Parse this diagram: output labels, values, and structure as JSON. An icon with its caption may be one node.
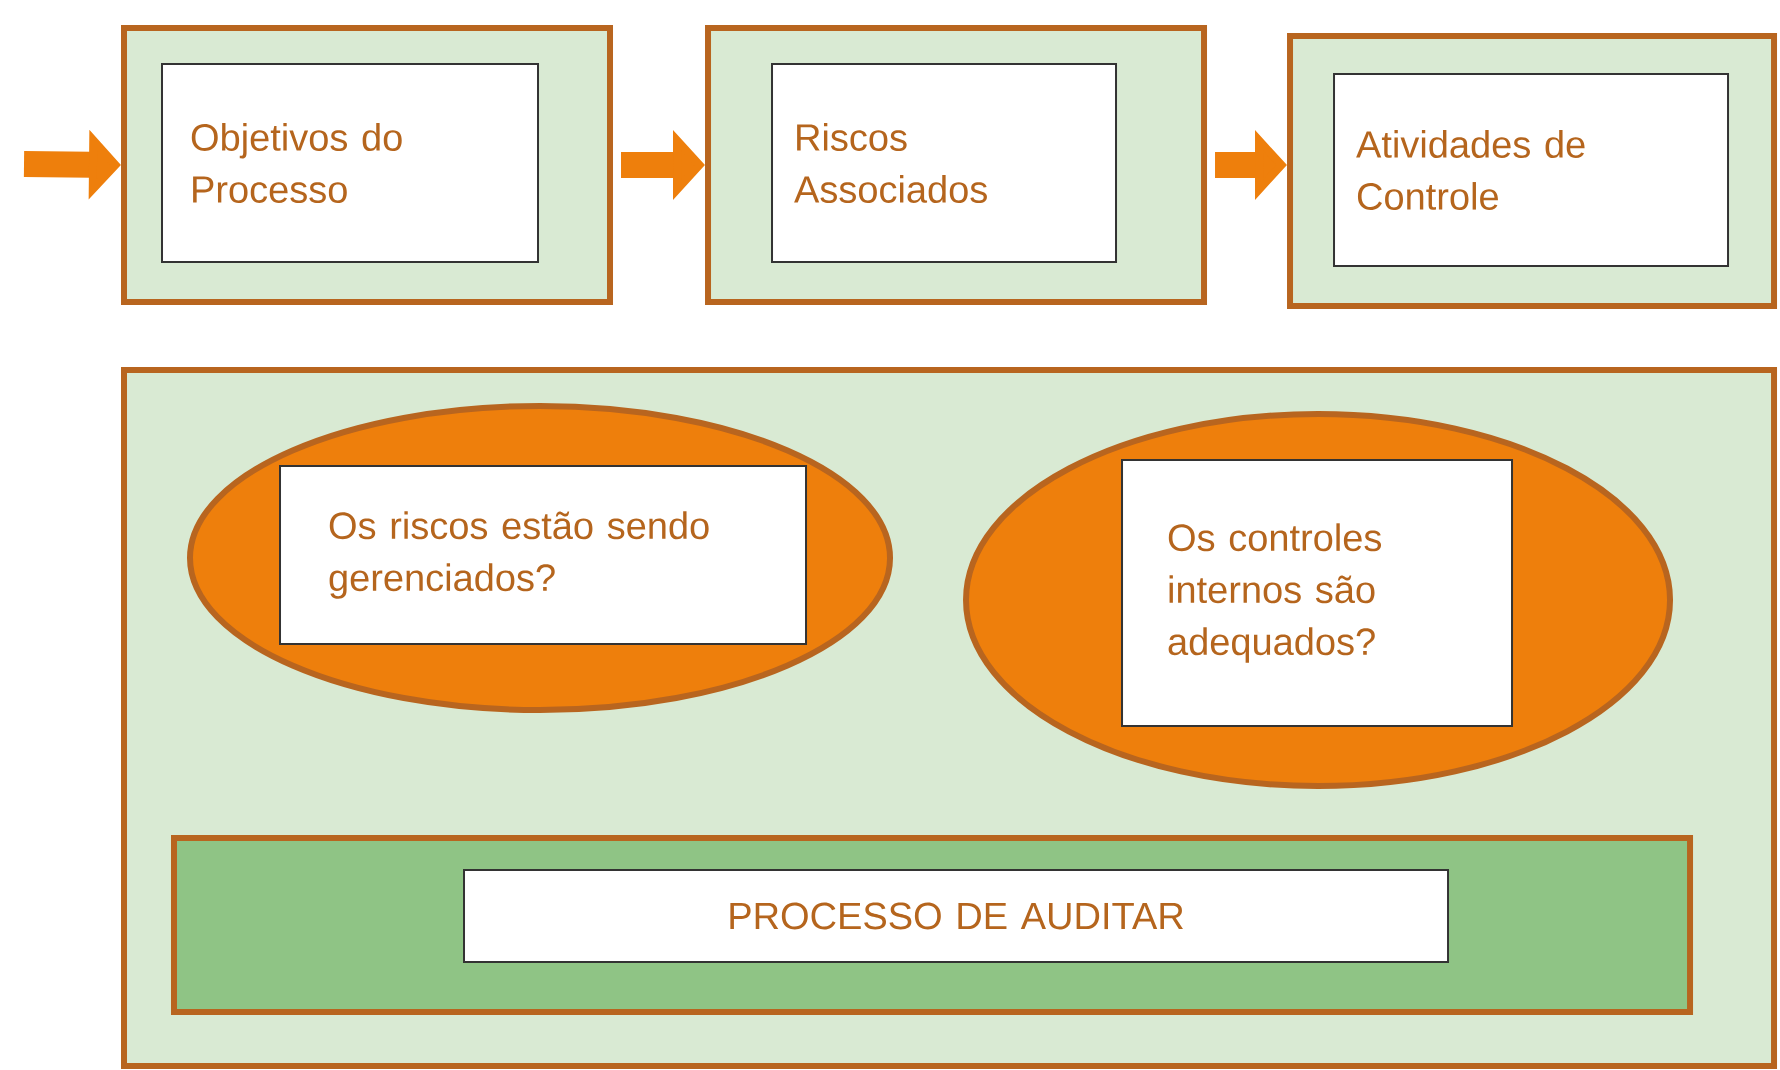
{
  "diagram": {
    "nodes": [
      {
        "text": [],
        "shape": "box"
      },
      {
        "text": [
          "Objetivos do Processo"
        ],
        "in": 0
      },
      {
        "text": [],
        "shape": "box"
      },
      {
        "text": [
          "Riscos Associados"
        ],
        "in": 2
      },
      {
        "text": [],
        "shape": "box"
      },
      {
        "text": [
          "Atividades de Controle"
        ],
        "in": 4
      },
      {
        "text": [],
        "shape": "box"
      },
      {
        "text": [],
        "shape": "ellipse",
        "in": 6
      },
      {
        "text": [
          "Os riscos estão sendo gerenciados?"
        ],
        "in": 7
      },
      {
        "text": [],
        "shape": "ellipse",
        "in": 6
      },
      {
        "text": [
          "Os controles internos são adequados?"
        ],
        "in": 9
      },
      {
        "text": [],
        "shape": "bar",
        "in": 6
      },
      {
        "text": [
          "PROCESSO DE AUDITAR"
        ],
        "in": 11
      }
    ],
    "edges": [
      {
        "from": null,
        "to": 0,
        "arrow": "to"
      },
      {
        "from": 0,
        "to": 2,
        "arrow": "to"
      },
      {
        "from": 2,
        "to": 4,
        "arrow": "to"
      }
    ]
  }
}
